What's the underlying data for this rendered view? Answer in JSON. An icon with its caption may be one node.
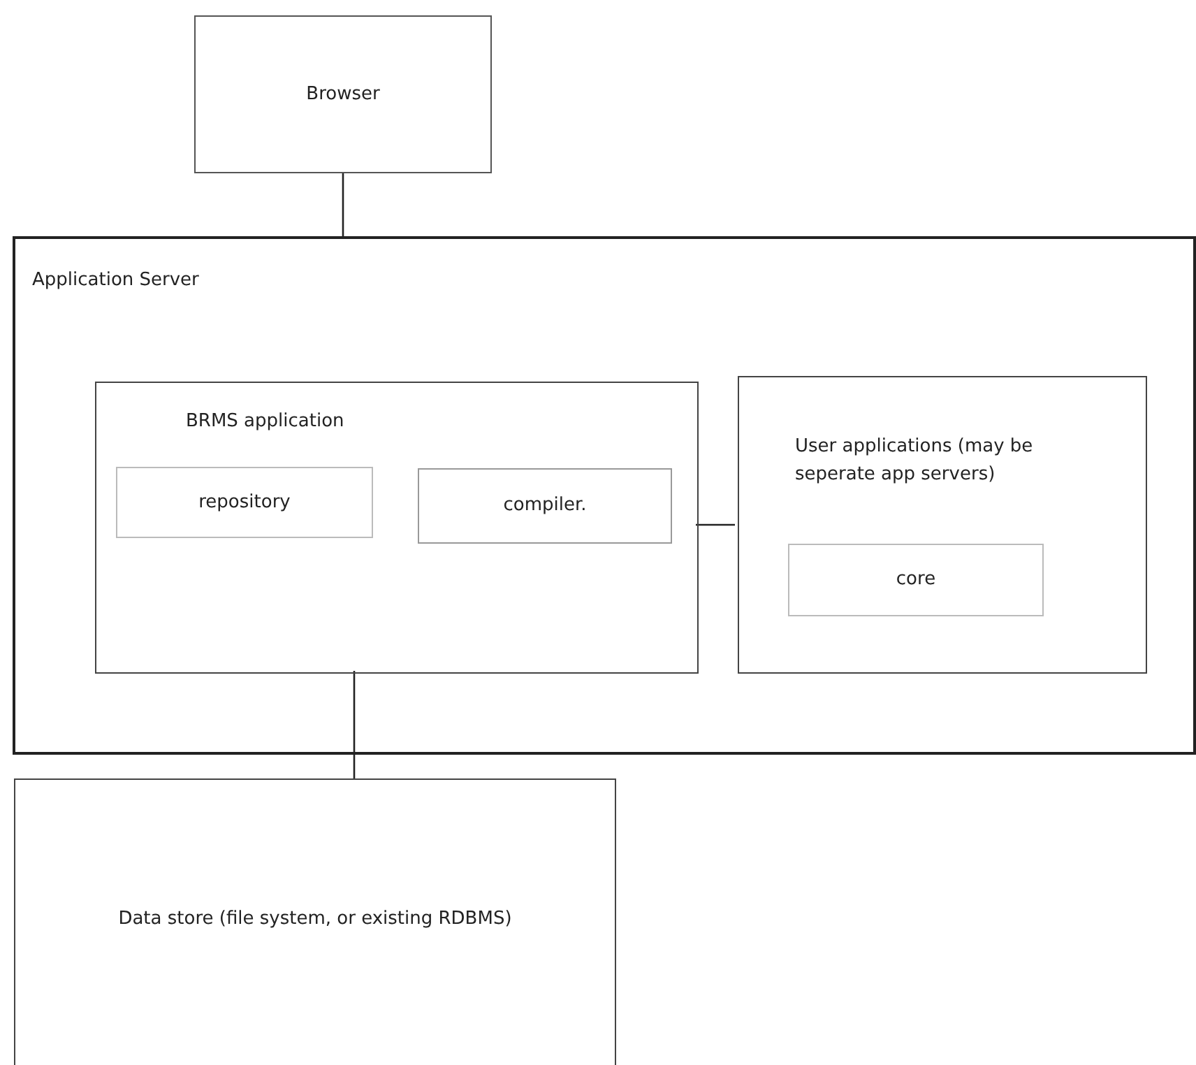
{
  "diagram": {
    "nodes": [
      {
        "text": [
          "Browser"
        ]
      },
      {
        "text": [
          "Application Server"
        ]
      },
      {
        "text": [
          "BRMS application"
        ],
        "in": 1
      },
      {
        "text": [
          "repository"
        ],
        "in": 2
      },
      {
        "text": [
          "compiler."
        ],
        "in": 2
      },
      {
        "text": [
          "User applications (may be seperate app servers)"
        ],
        "in": 1
      },
      {
        "text": [
          "core"
        ],
        "in": 5
      },
      {
        "text": [
          "Data store (file system, or existing RDBMS)"
        ]
      }
    ],
    "edges": [
      {
        "from": 0,
        "to": 1,
        "arrow": "none"
      },
      {
        "from": 2,
        "to": 5,
        "arrow": "none"
      },
      {
        "from": 2,
        "to": 7,
        "arrow": "none"
      }
    ]
  }
}
